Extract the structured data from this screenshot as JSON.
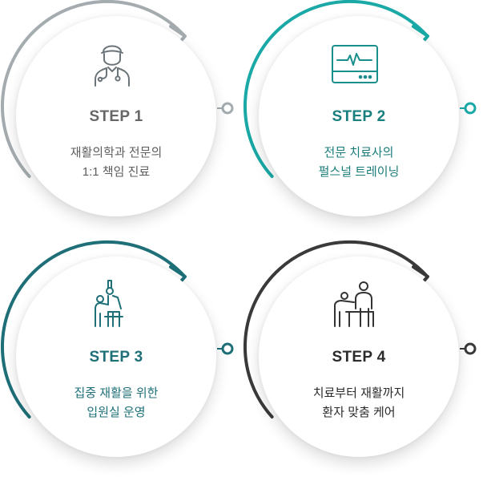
{
  "colors": {
    "step1": "#a5acaf",
    "step2": "#1aa9a6",
    "step3": "#1e6f78",
    "step4": "#3a3a3a",
    "step1_text": "#5e5e5e",
    "step2_text": "#1a7c7a",
    "step3_text": "#1e6f78",
    "step4_text": "#2b2b2b",
    "title1": "#666666",
    "title2": "#177f7d",
    "title3": "#1e6f78",
    "title4": "#2b2b2b"
  },
  "steps": [
    {
      "title": "STEP 1",
      "line1": "재활의학과 전문의",
      "line2": "1:1 책임 진료",
      "icon": "doctor-icon"
    },
    {
      "title": "STEP 2",
      "line1": "전문 치료사의",
      "line2": "펄스널 트레이닝",
      "icon": "heart-monitor-icon"
    },
    {
      "title": "STEP 3",
      "line1": "집중 재활을 위한",
      "line2": "입원실 운영",
      "icon": "patient-therapist-icon"
    },
    {
      "title": "STEP 4",
      "line1": "치료부터 재활까지",
      "line2": "환자 맞춤 케어",
      "icon": "consultation-icon"
    }
  ]
}
